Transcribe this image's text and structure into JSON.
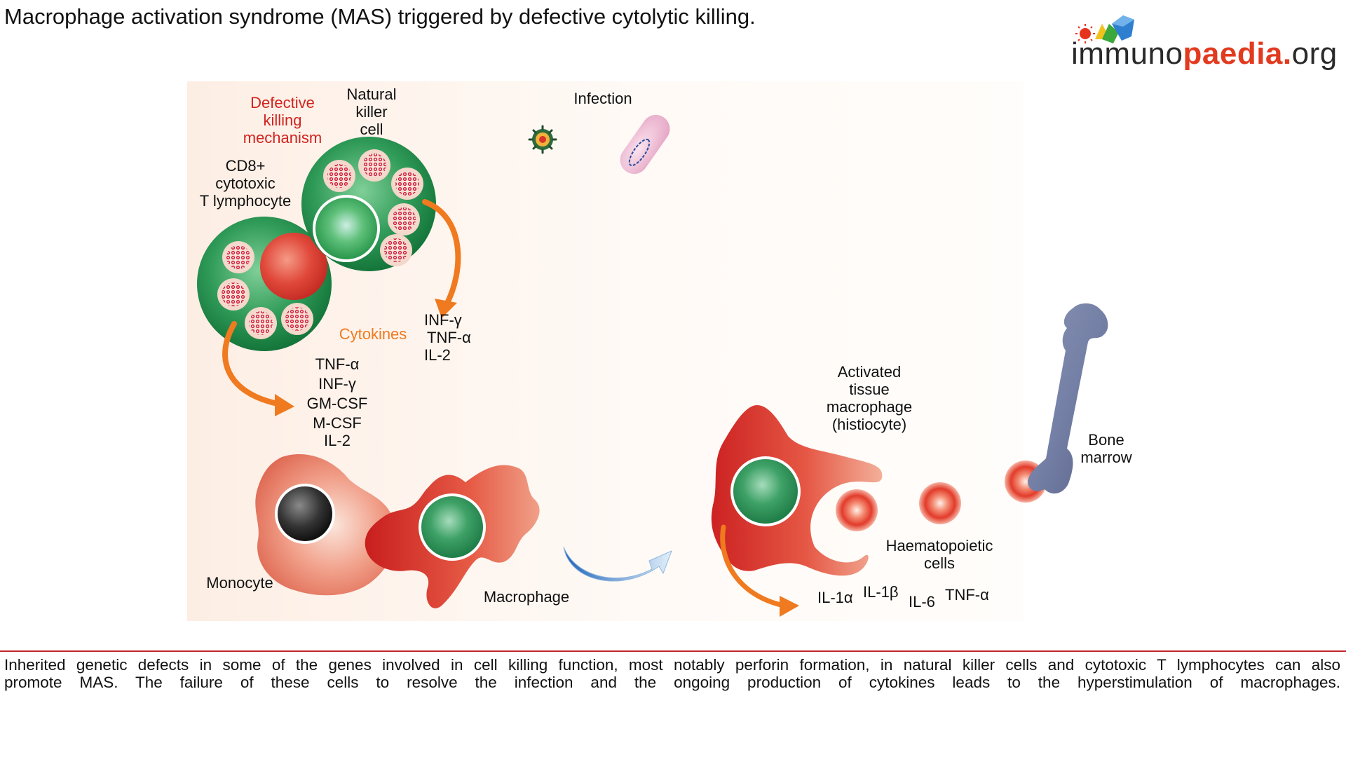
{
  "title": "Macrophage activation syndrome (MAS) triggered by defective cytolytic killing.",
  "logo": {
    "part1": "immuno",
    "part2": "paedia.",
    "part3": "org"
  },
  "labels": {
    "defective": [
      "Defective",
      "killing",
      "mechanism"
    ],
    "nk_cell": [
      "Natural",
      "killer",
      "cell"
    ],
    "infection": "Infection",
    "cd8": [
      "CD8+",
      "cytotoxic",
      "T lymphocyte"
    ],
    "cytokines": "Cytokines",
    "nk_cytokines": [
      "INF-γ",
      "TNF-α",
      "IL-2"
    ],
    "cd8_cytokines": [
      "TNF-α",
      "INF-γ",
      "GM-CSF",
      "M-CSF",
      "IL-2"
    ],
    "monocyte": "Monocyte",
    "macrophage": "Macrophage",
    "activated": [
      "Activated",
      "tissue",
      "macrophage",
      "(histiocyte)"
    ],
    "bone_marrow": [
      "Bone",
      "marrow"
    ],
    "haemato": [
      "Haematopoietic",
      "cells"
    ],
    "il1a": "IL-1α",
    "il1b": "IL-1β",
    "il6": "IL-6",
    "tnfa": "TNF-α"
  },
  "caption": [
    "Inherited genetic defects in some of the genes involved in cell killing function, most notably perforin formation, in natural killer cells and cytotoxic T lymphocytes can also",
    "promote MAS. The failure of these cells to resolve the infection and the ongoing production of cytokines leads to the hyperstimulation of macrophages."
  ],
  "colors": {
    "accent_red": "#d2231f",
    "accent_orange": "#f07a1f",
    "cell_green": "#1f8a4c",
    "rule": "#c0272d"
  }
}
